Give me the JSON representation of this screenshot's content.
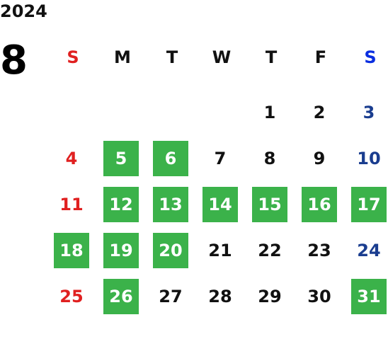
{
  "header": {
    "year": "2024",
    "month": "8"
  },
  "colors": {
    "sunday": "#e02020",
    "saturday": "#1a3d8f",
    "saturday_label": "#0a2ee0",
    "weekday": "#111111",
    "highlight_bg": "#3bb24a",
    "highlight_text": "#ffffff"
  },
  "weekdays": [
    "S",
    "M",
    "T",
    "W",
    "T",
    "F",
    "S"
  ],
  "weeks": [
    [
      {
        "day": ""
      },
      {
        "day": ""
      },
      {
        "day": ""
      },
      {
        "day": ""
      },
      {
        "day": "1"
      },
      {
        "day": "2"
      },
      {
        "day": "3"
      }
    ],
    [
      {
        "day": "4"
      },
      {
        "day": "5",
        "highlight": true
      },
      {
        "day": "6",
        "highlight": true
      },
      {
        "day": "7"
      },
      {
        "day": "8"
      },
      {
        "day": "9"
      },
      {
        "day": "10"
      }
    ],
    [
      {
        "day": "11"
      },
      {
        "day": "12",
        "highlight": true
      },
      {
        "day": "13",
        "highlight": true
      },
      {
        "day": "14",
        "highlight": true
      },
      {
        "day": "15",
        "highlight": true
      },
      {
        "day": "16",
        "highlight": true
      },
      {
        "day": "17",
        "highlight": true
      }
    ],
    [
      {
        "day": "18",
        "highlight": true
      },
      {
        "day": "19",
        "highlight": true
      },
      {
        "day": "20",
        "highlight": true
      },
      {
        "day": "21"
      },
      {
        "day": "22"
      },
      {
        "day": "23"
      },
      {
        "day": "24"
      }
    ],
    [
      {
        "day": "25"
      },
      {
        "day": "26",
        "highlight": true
      },
      {
        "day": "27"
      },
      {
        "day": "28"
      },
      {
        "day": "29"
      },
      {
        "day": "30"
      },
      {
        "day": "31",
        "highlight": true
      }
    ]
  ]
}
